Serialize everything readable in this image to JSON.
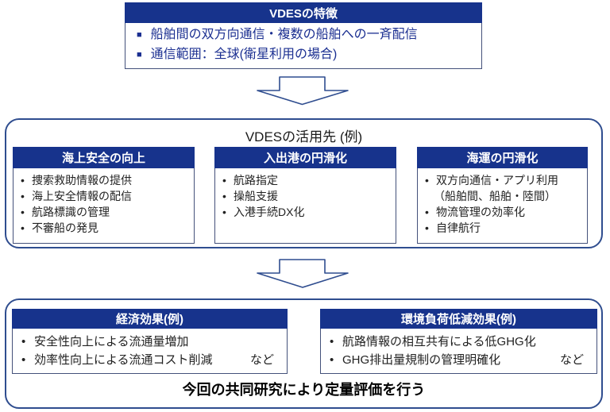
{
  "icons": {
    "square_bullet": "■",
    "dot_bullet": "•",
    "down_arrow": "down-arrow"
  },
  "colors": {
    "primary_blue": "#17338C",
    "container_border": "#2F4D8F",
    "box_border": "#44517A",
    "feature_text_blue": "#1B2F91",
    "body_text": "#222222"
  },
  "features": {
    "title": "VDESの特徴",
    "items": [
      "船舶間の双方向通信・複数の船舶への一斉配信",
      "通信範囲：全球(衛星利用の場合)"
    ]
  },
  "applications": {
    "title": "VDESの活用先 (例)",
    "boxes": [
      {
        "title": "海上安全の向上",
        "items": [
          {
            "text": "捜索救助情報の提供"
          },
          {
            "text": "海上安全情報の配信"
          },
          {
            "text": "航路標識の管理"
          },
          {
            "text": "不審船の発見"
          }
        ]
      },
      {
        "title": "入出港の円滑化",
        "items": [
          {
            "text": "航路指定"
          },
          {
            "text": "操船支援"
          },
          {
            "text": "入港手続DX化"
          }
        ]
      },
      {
        "title": "海運の円滑化",
        "items": [
          {
            "text": "双方向通信・アプリ利用"
          },
          {
            "text": "（船舶間、船舶・陸間）",
            "continuation": true
          },
          {
            "text": "物流管理の効率化"
          },
          {
            "text": "自律航行"
          }
        ]
      }
    ]
  },
  "effects": {
    "boxes": [
      {
        "title": "経済効果(例)",
        "items": [
          {
            "text": "安全性向上による流通量増加"
          },
          {
            "text": "効率性向上による流通コスト削減",
            "suffix": "など"
          }
        ]
      },
      {
        "title": "環境負荷低減効果(例)",
        "items": [
          {
            "text": "航路情報の相互共有による低GHG化"
          },
          {
            "text": "GHG排出量規制の管理明確化",
            "suffix": "など"
          }
        ]
      }
    ],
    "statement": "今回の共同研究により定量評価を行う"
  }
}
